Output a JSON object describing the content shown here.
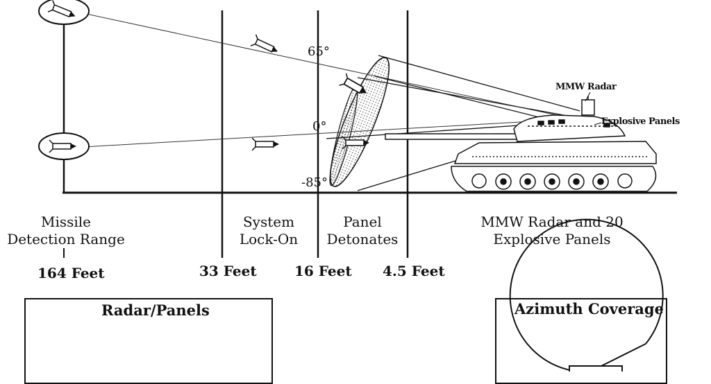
{
  "angles": {
    "top": "65°",
    "mid": "0°",
    "bottom": "-85°"
  },
  "callouts": {
    "radar": "MMW Radar",
    "panels": "Explosive Panels"
  },
  "zones": {
    "detection": [
      "Missile",
      "Detection Range"
    ],
    "lockon": [
      "System",
      "Lock-On"
    ],
    "detonate": [
      "Panel",
      "Detonates"
    ],
    "radar": [
      "MMW Radar and 20",
      "Explosive Panels"
    ]
  },
  "distances": {
    "d164": "164 Feet",
    "d33": "33 Feet",
    "d16": "16 Feet",
    "d4_5": "4.5 Feet"
  },
  "insets": {
    "left_title": "Radar/Panels",
    "right_title": "Azimuth Coverage"
  }
}
